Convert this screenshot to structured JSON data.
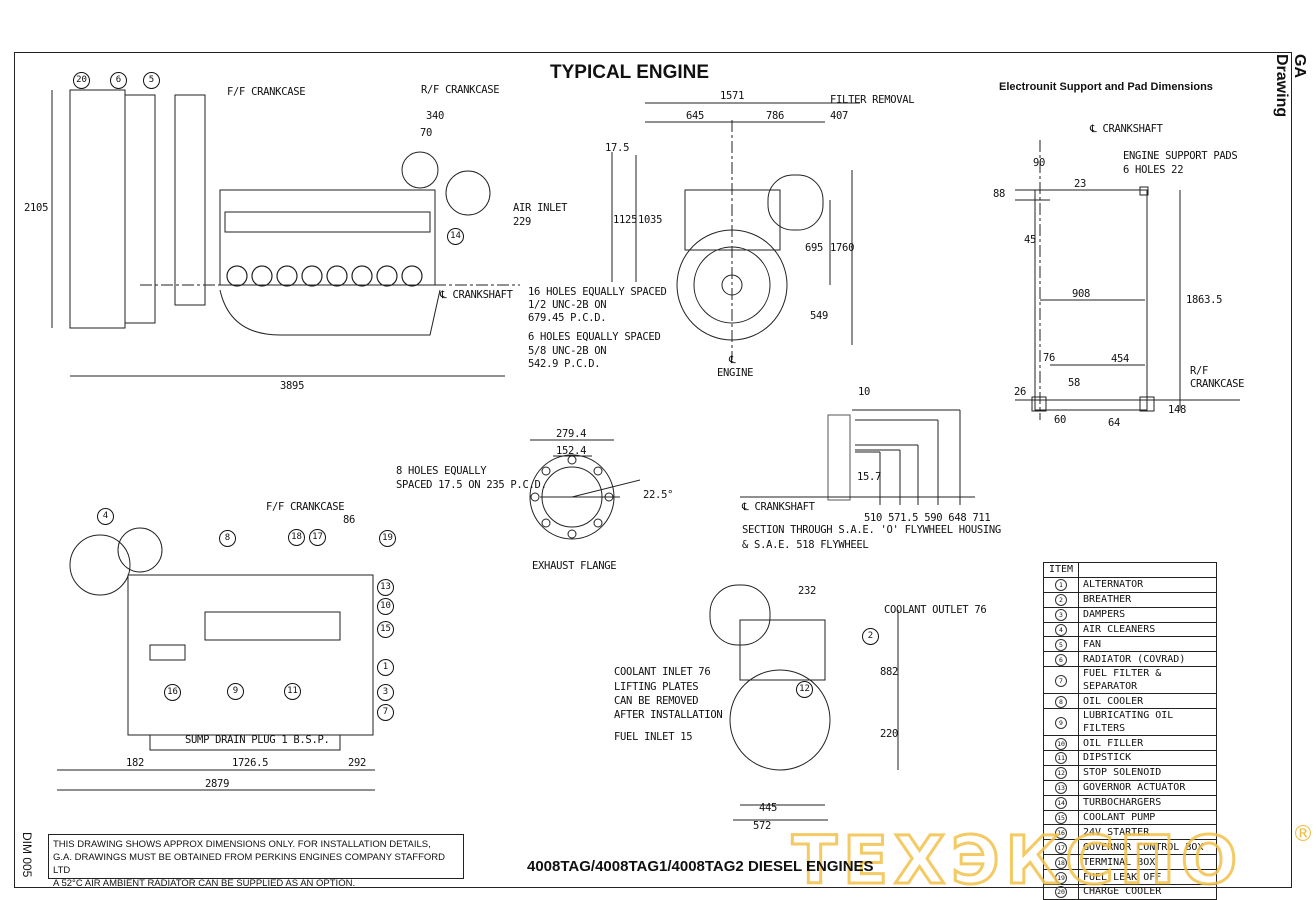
{
  "title": "TYPICAL ENGINE",
  "side_title": "GA Drawing",
  "support_title": "Electrounit Support and Pad Dimensions",
  "drawing_no": "DIM 005",
  "footer_title": "4008TAG/4008TAG1/4008TAG2 DIESEL ENGINES",
  "note": [
    "THIS DRAWING SHOWS APPROX DIMENSIONS ONLY. FOR INSTALLATION DETAILS,",
    "G.A. DRAWINGS MUST BE OBTAINED FROM PERKINS ENGINES COMPANY STAFFORD LTD",
    "A 52°C AIR AMBIENT RADIATOR CAN BE SUPPLIED AS AN OPTION."
  ],
  "watermark": "ТЕХЭКСПО",
  "watermark_mark": "®",
  "side_view": {
    "callouts": [
      "20",
      "6",
      "5",
      "14"
    ],
    "ff": "F/F CRANKCASE",
    "rf": "R/F CRANKCASE",
    "d340": "340",
    "d70": "70",
    "air_inlet": "AIR INLET",
    "d229": "229",
    "d2105": "2105",
    "crank": "℄ CRANKSHAFT",
    "d3895": "3895"
  },
  "front_view": {
    "d1571": "1571",
    "d645": "645",
    "d786": "786",
    "filter": "FILTER REMOVAL",
    "d407": "407",
    "d17": "17.5",
    "d1125": "1125",
    "d1035": "1035",
    "d695": "695",
    "d1760": "1760",
    "d549": "549",
    "holes16": [
      "16 HOLES EQUALLY SPACED",
      "1/2 UNC-2B ON",
      "679.45 P.C.D."
    ],
    "holes6": [
      "6 HOLES EQUALLY SPACED",
      "5/8 UNC-2B ON",
      "542.9 P.C.D."
    ],
    "engine_cl": [
      "℄",
      "ENGINE"
    ]
  },
  "support": {
    "crank": "℄ CRANKSHAFT",
    "pads": [
      "ENGINE SUPPORT PADS",
      "6 HOLES 22"
    ],
    "d90": "90",
    "d88": "88",
    "d23": "23",
    "d45": "45",
    "d908": "908",
    "d1863": "1863.5",
    "d76": "76",
    "d454": "454",
    "rf": [
      "R/F",
      "CRANKCASE"
    ],
    "d26": "26",
    "d58": "58",
    "d60": "60",
    "d64": "64",
    "d148": "148"
  },
  "exhaust": {
    "d279": "279.4",
    "d152": "152.4",
    "holes": [
      "8 HOLES EQUALLY",
      "SPACED 17.5 ON 235 P.C.D."
    ],
    "angle": "22.5°",
    "label": "EXHAUST FLANGE"
  },
  "flywheel": {
    "d10": "10",
    "d15": "15.7",
    "crank": "℄ CRANKSHAFT",
    "dims": "510 571.5 590 648 711",
    "caption": [
      "SECTION THROUGH S.A.E. 'O' FLYWHEEL HOUSING",
      "& S.A.E. 518 FLYWHEEL"
    ]
  },
  "lower_side": {
    "ff": "F/F CRANKCASE",
    "d86": "86",
    "callouts": [
      "4",
      "8",
      "18",
      "17",
      "19",
      "13",
      "10",
      "15",
      "1",
      "3",
      "7",
      "9",
      "11",
      "16"
    ],
    "sump": "SUMP DRAIN PLUG 1 B.S.P.",
    "d182": "182",
    "d1726": "1726.5",
    "d292": "292",
    "d2879": "2879"
  },
  "lower_front": {
    "d232": "232",
    "coolant_out": "COOLANT OUTLET 76",
    "callouts": [
      "2",
      "12"
    ],
    "d882": "882",
    "d220": "220",
    "coolant_in": "COOLANT INLET 76",
    "lifting": [
      "LIFTING PLATES",
      "CAN BE REMOVED",
      "AFTER INSTALLATION"
    ],
    "fuel": "FUEL INLET 15",
    "d445": "445",
    "d572": "572"
  },
  "legend": {
    "header": "ITEM",
    "items": [
      {
        "n": "1",
        "label": "ALTERNATOR"
      },
      {
        "n": "2",
        "label": "BREATHER"
      },
      {
        "n": "3",
        "label": "DAMPERS"
      },
      {
        "n": "4",
        "label": "AIR CLEANERS"
      },
      {
        "n": "5",
        "label": "FAN"
      },
      {
        "n": "6",
        "label": "RADIATOR (COVRAD)"
      },
      {
        "n": "7",
        "label": "FUEL FILTER & SEPARATOR"
      },
      {
        "n": "8",
        "label": "OIL COOLER"
      },
      {
        "n": "9",
        "label": "LUBRICATING OIL FILTERS"
      },
      {
        "n": "10",
        "label": "OIL FILLER"
      },
      {
        "n": "11",
        "label": "DIPSTICK"
      },
      {
        "n": "12",
        "label": "STOP SOLENOID"
      },
      {
        "n": "13",
        "label": "GOVERNOR ACTUATOR"
      },
      {
        "n": "14",
        "label": "TURBOCHARGERS"
      },
      {
        "n": "15",
        "label": "COOLANT PUMP"
      },
      {
        "n": "16",
        "label": "24V STARTER"
      },
      {
        "n": "17",
        "label": "GOVERNOR CONTROL BOX"
      },
      {
        "n": "18",
        "label": "TERMINAL BOX"
      },
      {
        "n": "19",
        "label": "FUEL LEAK OFF"
      },
      {
        "n": "20",
        "label": "CHARGE COOLER"
      }
    ]
  }
}
